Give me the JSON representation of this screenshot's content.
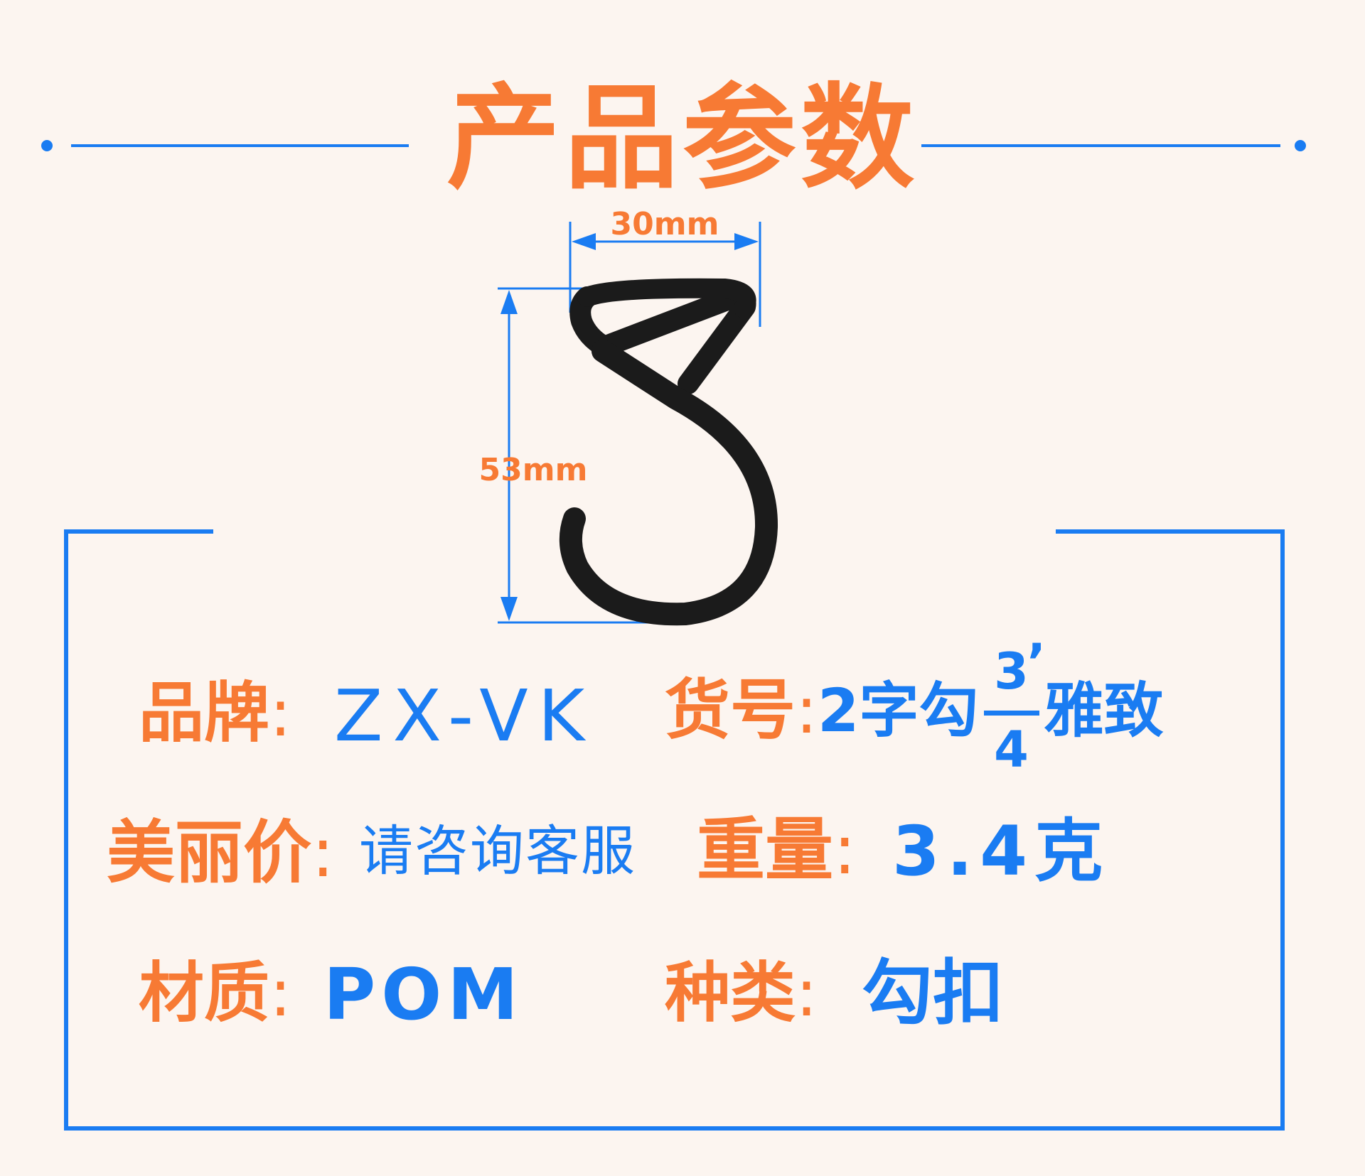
{
  "header": {
    "title": "产品参数"
  },
  "figure": {
    "product": "hook-icon",
    "width_label": "30mm",
    "height_label": "53mm"
  },
  "specs": {
    "brand": {
      "label": "品牌",
      "colon": ":",
      "value": "ZX-VK"
    },
    "item_no": {
      "label": "货号",
      "colon": ":",
      "value_prefix": "2字勾",
      "fraction_numerator": "3",
      "fraction_prime": "’",
      "fraction_denominator": "4",
      "value_suffix": "雅致"
    },
    "price": {
      "label": "美丽价",
      "colon": ":",
      "value": "请咨询客服"
    },
    "weight": {
      "label": "重量",
      "colon": ":",
      "value": "3.4克"
    },
    "material": {
      "label": "材质",
      "colon": ":",
      "value": "POM"
    },
    "category": {
      "label": "种类",
      "colon": ":",
      "value": "勾扣"
    }
  },
  "colors": {
    "background": "#fcf5f0",
    "accent_orange": "#f77a34",
    "accent_blue": "#1a7cf2",
    "product": "#1b1b1b"
  }
}
